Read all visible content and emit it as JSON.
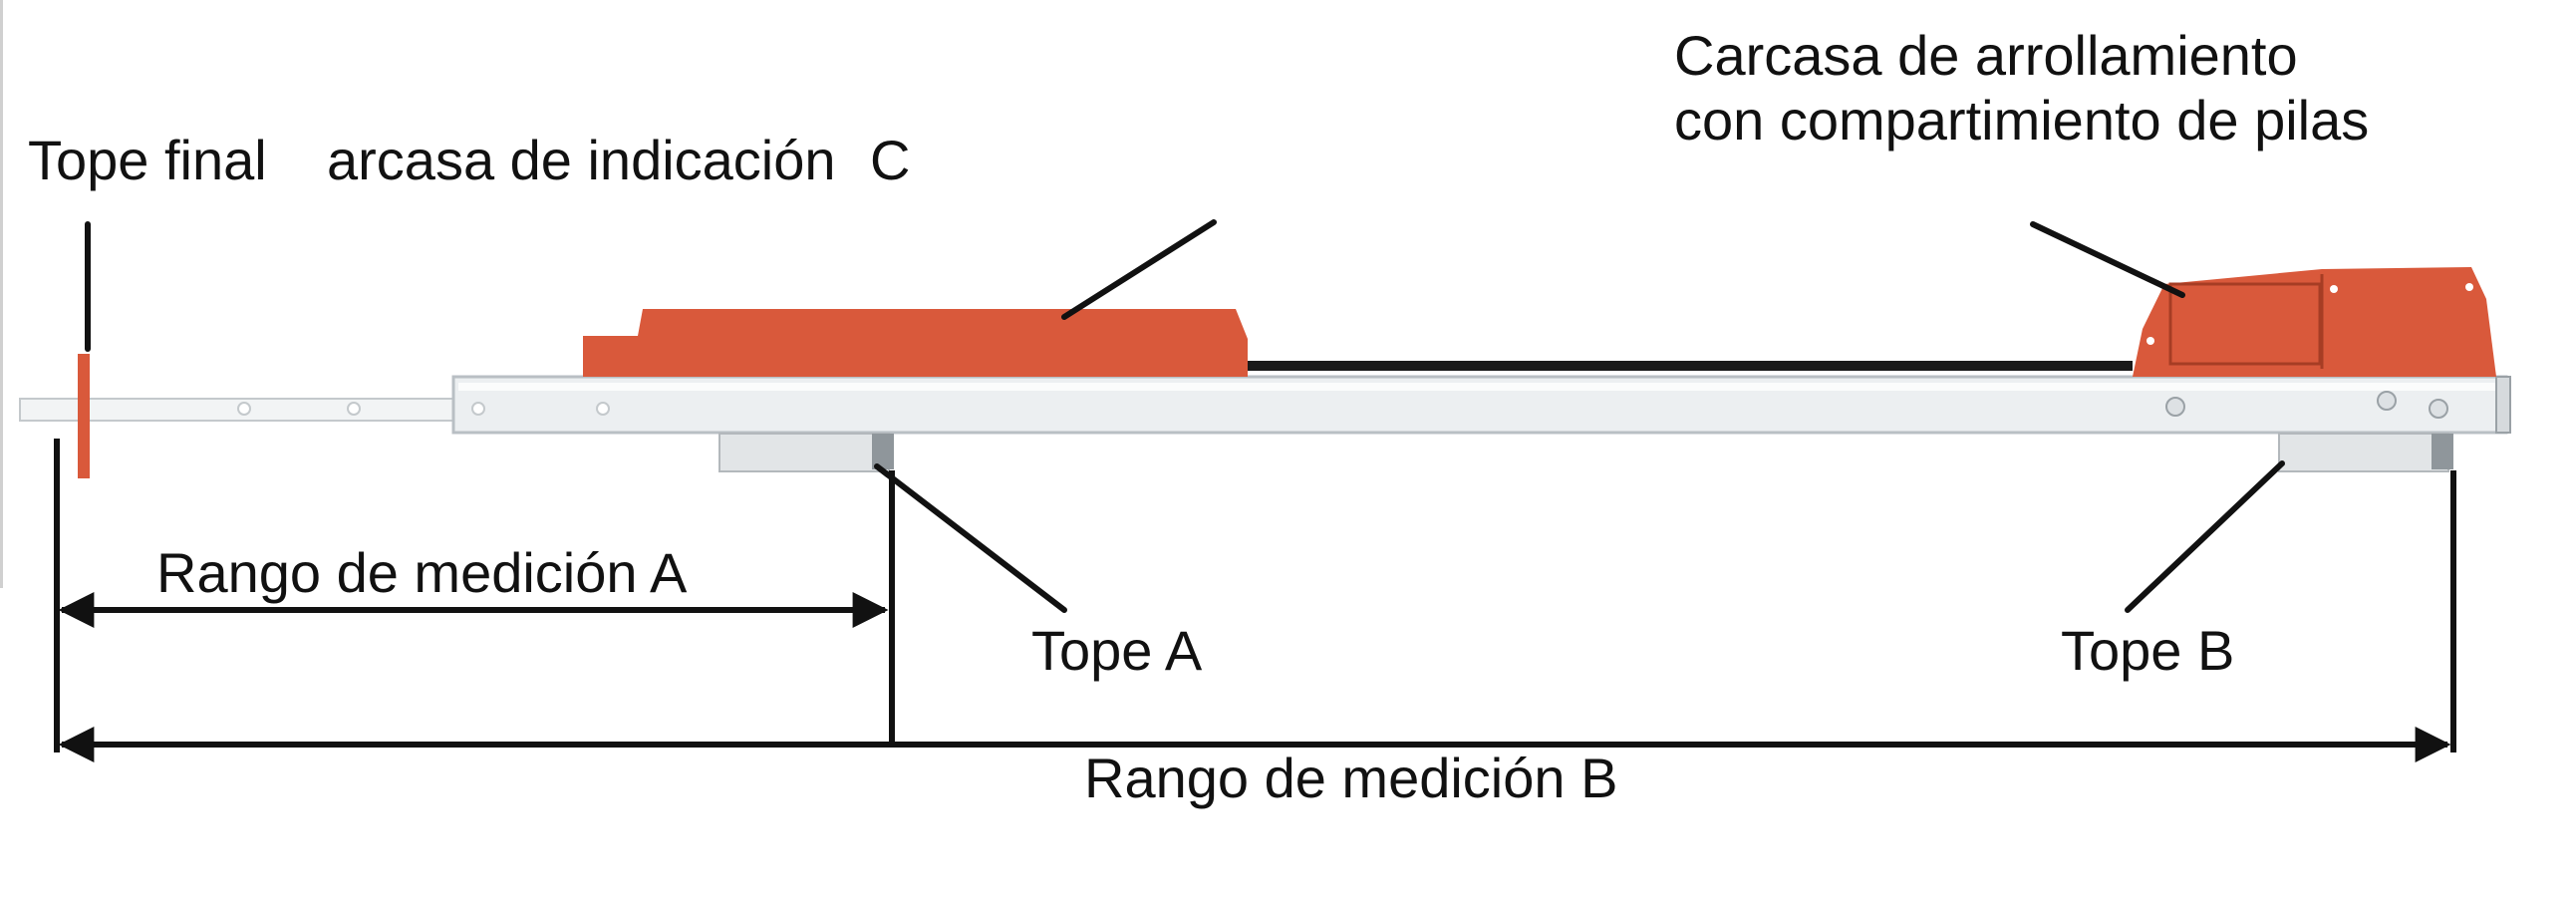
{
  "labels": {
    "end_stop": "Tope final",
    "display_housing": "arcasa de indicación",
    "display_housing_letter": "C",
    "winding_housing_line1": "Carcasa de arrollamiento",
    "winding_housing_line2": "con compartimiento de pilas",
    "range_a": "Rango de medición A",
    "stop_a": "Tope A",
    "stop_b": "Tope B",
    "range_b": "Rango de medición B"
  },
  "colors": {
    "housing": "#d9593b",
    "rail": "#eceff1",
    "rail_edge": "#b9bfc4",
    "line": "#111111"
  }
}
